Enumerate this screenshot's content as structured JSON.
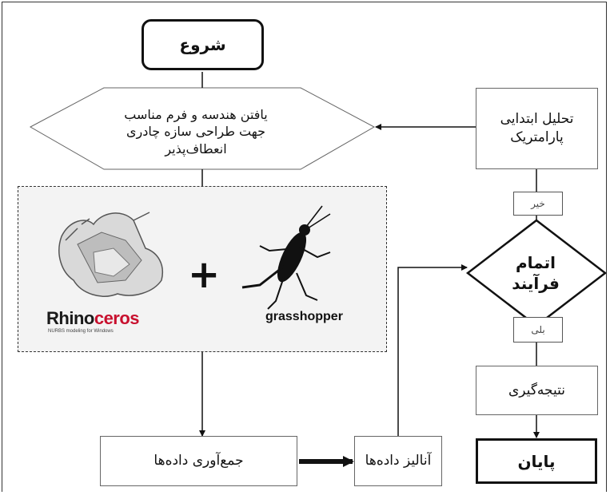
{
  "flowchart": {
    "start": "شروع",
    "find_geometry": "یافتن هندسه و فرم مناسب\nجهت طراحی سازه چادری\nانعطاف‌پذیر",
    "tools": {
      "rhino_name_part1": "Rhino",
      "rhino_name_part2": "ceros",
      "rhino_tagline": "NURBS modeling for Windows",
      "grasshopper_name": "grasshopper",
      "plus_sign": "+"
    },
    "collect_data": "جمع‌آوری داده‌ها",
    "data_analysis": "آنالیز داده‌ها",
    "process_complete": "اتمام\nفرآیند",
    "no_label": "خیر",
    "yes_label": "بلی",
    "initial_parametric_analysis": "تحلیل ابتدایی\nپارامتریک",
    "conclusion": "نتیجه‌گیری",
    "end": "پایان"
  },
  "colors": {
    "rhino_accent": "#c8102e",
    "panel_background": "#f3f3f3",
    "stroke": "#111111"
  }
}
